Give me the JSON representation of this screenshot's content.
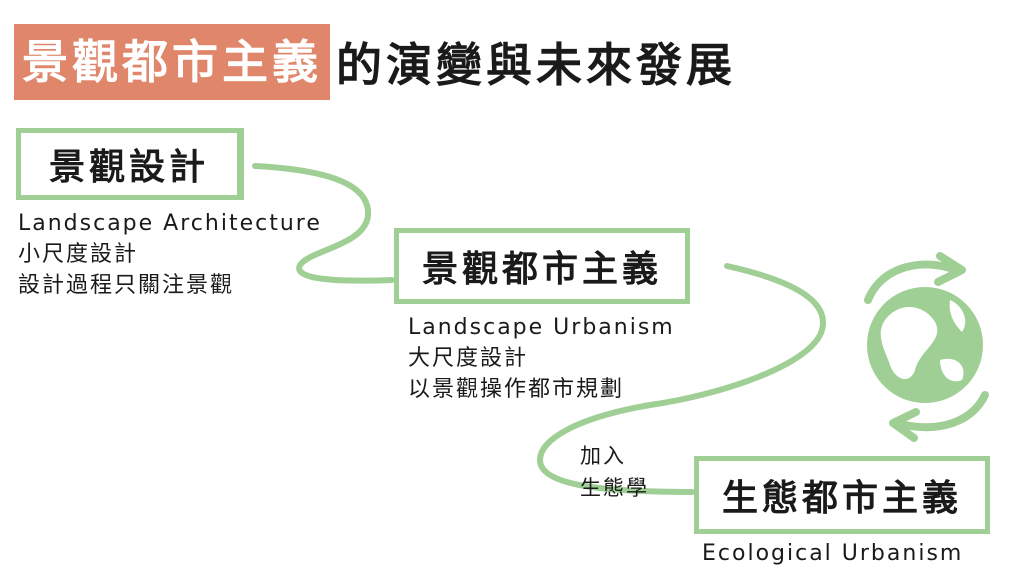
{
  "title": {
    "highlight": "景觀都市主義",
    "rest": "的演變與未來發展"
  },
  "colors": {
    "accent": "#e0866a",
    "green": "#9fcf95",
    "text": "#1a1a1a"
  },
  "stages": [
    {
      "title": "景觀設計",
      "lines": [
        "Landscape Architecture",
        "小尺度設計",
        "設計過程只關注景觀"
      ]
    },
    {
      "title": "景觀都市主義",
      "lines": [
        "Landscape Urbanism",
        "大尺度設計",
        "以景觀操作都市規劃"
      ]
    },
    {
      "title": "生態都市主義",
      "lines": [
        "Ecological Urbanism"
      ]
    }
  ],
  "connector_note": [
    "加入",
    "生態學"
  ],
  "icon": "recycling-globe-icon"
}
